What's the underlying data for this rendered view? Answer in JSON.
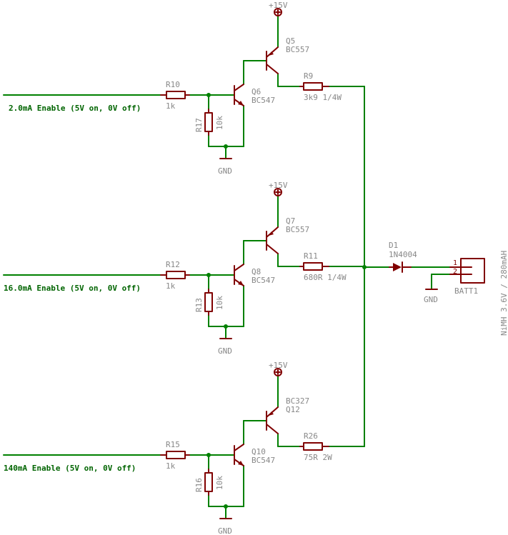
{
  "stages": [
    {
      "input_label": "2.0mA Enable (5V on, 0V off)",
      "base_resistor": {
        "ref": "R10",
        "value": "1k"
      },
      "pulldown": {
        "ref": "R17",
        "value": "10k"
      },
      "npn": {
        "ref": "Q6",
        "part": "BC547"
      },
      "pnp": {
        "line1": "Q5",
        "line2": "BC557"
      },
      "supply": "+15V",
      "ground": "GND",
      "series_resistor": {
        "ref": "R9",
        "value": "3k9 1/4W"
      }
    },
    {
      "input_label": "16.0mA Enable (5V on, 0V off)",
      "base_resistor": {
        "ref": "R12",
        "value": "1k"
      },
      "pulldown": {
        "ref": "R13",
        "value": "10k"
      },
      "npn": {
        "ref": "Q8",
        "part": "BC547"
      },
      "pnp": {
        "line1": "Q7",
        "line2": "BC557"
      },
      "supply": "+15V",
      "ground": "GND",
      "series_resistor": {
        "ref": "R11",
        "value": "680R 1/4W"
      }
    },
    {
      "input_label": "140mA Enable (5V on, 0V off)",
      "base_resistor": {
        "ref": "R15",
        "value": "1k"
      },
      "pulldown": {
        "ref": "R16",
        "value": "10k"
      },
      "npn": {
        "ref": "Q10",
        "part": "BC547"
      },
      "pnp": {
        "line1": "BC327",
        "line2": "Q12"
      },
      "supply": "+15V",
      "ground": "GND",
      "series_resistor": {
        "ref": "R26",
        "value": "75R 2W"
      }
    }
  ],
  "diode": {
    "ref": "D1",
    "part": "1N4004"
  },
  "battery": {
    "ref": "BATT1",
    "label": "NiMH 3.6V / 280mAH",
    "pin1": "1",
    "pin2": "2",
    "ground": "GND"
  },
  "colors": {
    "wire": "#008000",
    "component": "#800000",
    "text": "#888888",
    "net_label": "#006400"
  }
}
